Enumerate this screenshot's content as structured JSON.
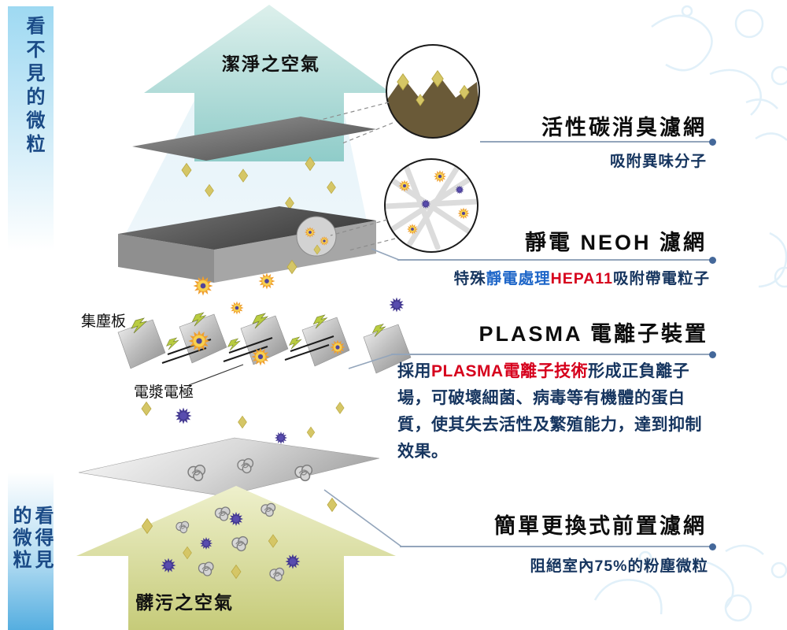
{
  "colors": {
    "navy": "#16355f",
    "blue": "#1e66c8",
    "red": "#d6001c",
    "annotation_line": "#93a5bb",
    "annotation_dot": "#44689a",
    "clean_air_arrow": "#8fccc9",
    "dirty_air_arrow": "#c6cb79",
    "rail_blue": "#55aee0"
  },
  "left_rail": {
    "invisible_particles": "看不見的微粒",
    "visible_particles": "看得見\n的微粒"
  },
  "diagram_labels": {
    "clean_air": "潔淨之空氣",
    "dirty_air": "髒污之空氣",
    "dust_collecting_plate": "集塵板",
    "plasma_electrode": "電漿電極"
  },
  "sections": [
    {
      "title": "活性碳消臭濾網",
      "desc": [
        {
          "text": "吸附異味分子",
          "color": "navy"
        }
      ]
    },
    {
      "title": "靜電 NEOH 濾網",
      "desc": [
        {
          "text": "特殊",
          "color": "navy"
        },
        {
          "text": "靜電處理",
          "color": "blue"
        },
        {
          "text": "HEPA11",
          "color": "red"
        },
        {
          "text": "吸附帶電粒子",
          "color": "navy"
        }
      ]
    },
    {
      "title": "PLASMA 電離子裝置",
      "desc": [
        {
          "text": "採用",
          "color": "navy"
        },
        {
          "text": "PLASMA電離子技術",
          "color": "red"
        },
        {
          "text": "形成正負離子場，可破壞細菌、病毒等有機體的蛋白質，使其失去活性及繁殖能力，達到抑制效果。",
          "color": "navy"
        }
      ]
    },
    {
      "title": "簡單更換式前置濾網",
      "desc": [
        {
          "text": "阻絕室內75%的粉塵微粒",
          "color": "navy"
        }
      ]
    }
  ]
}
